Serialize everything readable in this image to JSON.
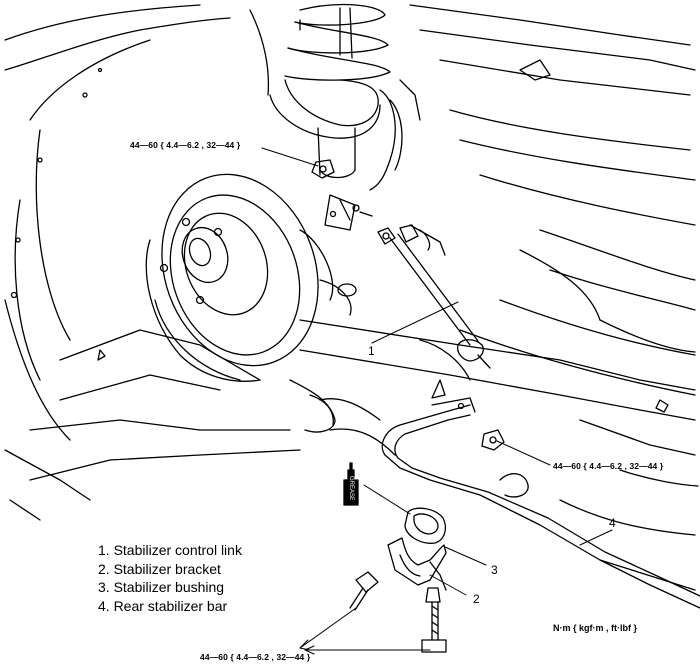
{
  "diagram": {
    "torque_specs": [
      {
        "text": "44—60 { 4.4—6.2 , 32—44 }"
      },
      {
        "text": "44—60 { 4.4—6.2 , 32—44 }"
      },
      {
        "text": "44—60 { 4.4—6.2 , 32—44 }"
      }
    ],
    "callouts": [
      "1",
      "2",
      "3",
      "4"
    ],
    "legend": [
      "1. Stabilizer control link",
      "2. Stabilizer bracket",
      "3. Stabilizer bushing",
      "4. Rear stabilizer bar"
    ],
    "unit_label": "N·m { kgf·m , ft·lbf }",
    "grease_label": "GREASE",
    "colors": {
      "ink": "#000000",
      "paper": "#ffffff"
    }
  }
}
